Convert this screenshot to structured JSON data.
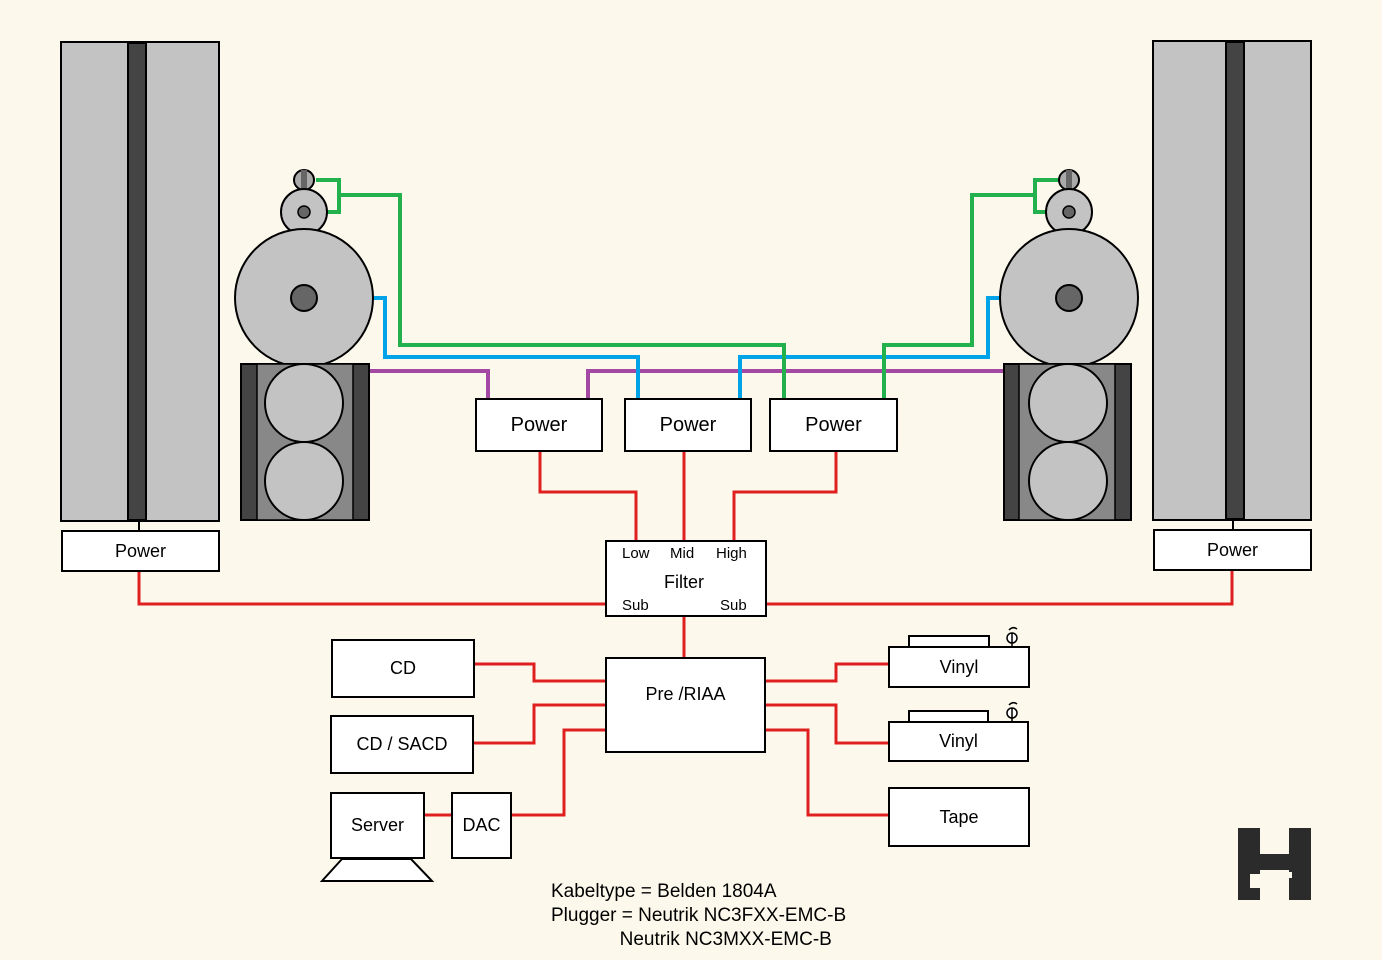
{
  "power_amps": {
    "left_sub": "Power",
    "low": "Power",
    "mid": "Power",
    "high": "Power",
    "right_sub": "Power"
  },
  "filter": {
    "title": "Filter",
    "low": "Low",
    "mid": "Mid",
    "high": "High",
    "sub_left": "Sub",
    "sub_right": "Sub"
  },
  "preamp": "Pre /RIAA",
  "sources": {
    "cd": "CD",
    "cd_sacd": "CD / SACD",
    "server": "Server",
    "dac": "DAC",
    "vinyl_1": "Vinyl",
    "vinyl_2": "Vinyl",
    "tape": "Tape"
  },
  "notes": {
    "line1": "Kabeltype = Belden 1804A",
    "line2": "Plugger = Neutrik NC3FXX-EMC-B",
    "line3": "             Neutrik NC3MXX-EMC-B"
  },
  "colors": {
    "signal": "#e02020",
    "tweeter": "#22b14c",
    "midrange": "#00a2e8",
    "woofer": "#a349a4",
    "panel": "#c3c3c3",
    "speaker_dark": "#444444"
  },
  "logo_icon": "hs-monogram-icon"
}
